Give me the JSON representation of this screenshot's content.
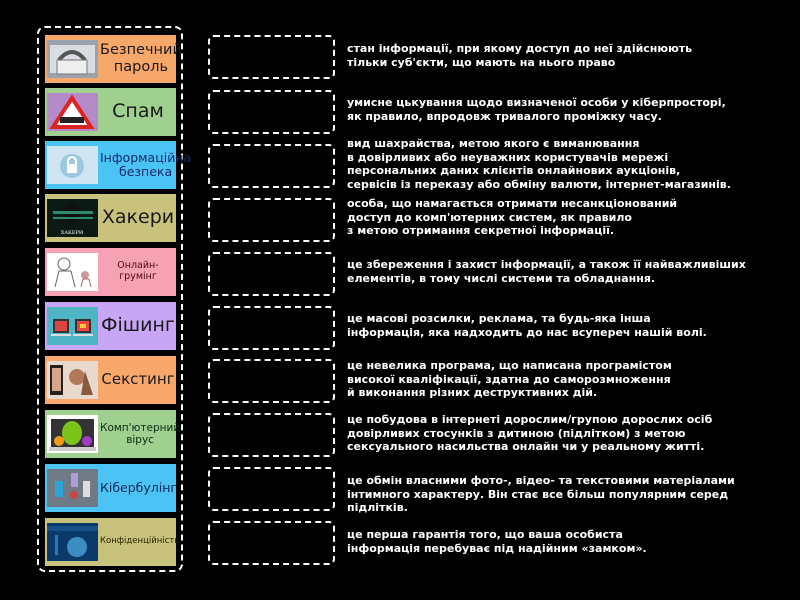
{
  "activity": {
    "type": "match-up",
    "terms": [
      {
        "label": "Безпечний пароль",
        "color": "#f8a76a",
        "image": "padlock-password-icon"
      },
      {
        "label": "Спам",
        "color": "#9fd08f",
        "image": "spam-warning-sign-icon"
      },
      {
        "label": "Інформаційна безпека",
        "color": "#4cc3f5",
        "image": "security-lock-icon"
      },
      {
        "label": "Хакери",
        "color": "#c8c27c",
        "image": "hacker-icon"
      },
      {
        "label": "Онлайн-грумінг",
        "color": "#f7a1b4",
        "image": "grooming-illustration-icon"
      },
      {
        "label": "Фішинг",
        "color": "#c7a6f5",
        "image": "phishing-laptops-icon"
      },
      {
        "label": "Секстинг",
        "color": "#f8a76a",
        "image": "sexting-phone-icon"
      },
      {
        "label": "Комп'ютерний вірус",
        "color": "#9fd08f",
        "image": "virus-monster-icon"
      },
      {
        "label": "Кібербулінг",
        "color": "#4cc3f5",
        "image": "cyberbullying-phones-icon"
      },
      {
        "label": "Конфіденційність",
        "color": "#c8c27c",
        "image": "privacy-globe-icon"
      }
    ],
    "definitions": [
      "стан інформації, при якому доступ до неї здійснюють\nтільки суб'єкти, що мають на нього право",
      "умисне цькування щодо визначеної особи у кіберпросторі,\nяк правило, впродовж тривалого проміжку часу.",
      "вид шахрайства, метою якого є виманювання\nв довірливих або неуважних користувачів мережі\nперсональних даних клієнтів онлайнових аукціонів,\nсервісів із переказу або обміну валюти, інтернет-магазинів.",
      "особа, що намагається отримати несанкціонований\nдоступ до комп'ютерних систем, як правило\nз метою отримання секретної інформації.",
      "це збереження і захист інформації, а також її найважливіших\nелементів, в тому числі системи та обладнання.",
      "це масові розсилки, реклама, та будь-яка інша\nінформація, яка надходить до нас всупереч нашій волі.",
      "це невелика програма, що написана програмістом\nвисокої кваліфікації, здатна до саморозмноження\nй виконання різних деструктивних дій.",
      "це побудова в інтернеті дорослим/групою дорослих осіб\nдовірливих стосунків з дитиною (підлітком) з метою\nсексуального насильства онлайн чи у реальному житті.",
      "це обмін власними фото-, відео- та текстовими матеріалами\nінтимного характеру. Він стає все більш популярним серед підлітків.",
      "це перша гарантія того, що ваша особиста\nінформація перебуває під надійним «замком»."
    ]
  }
}
